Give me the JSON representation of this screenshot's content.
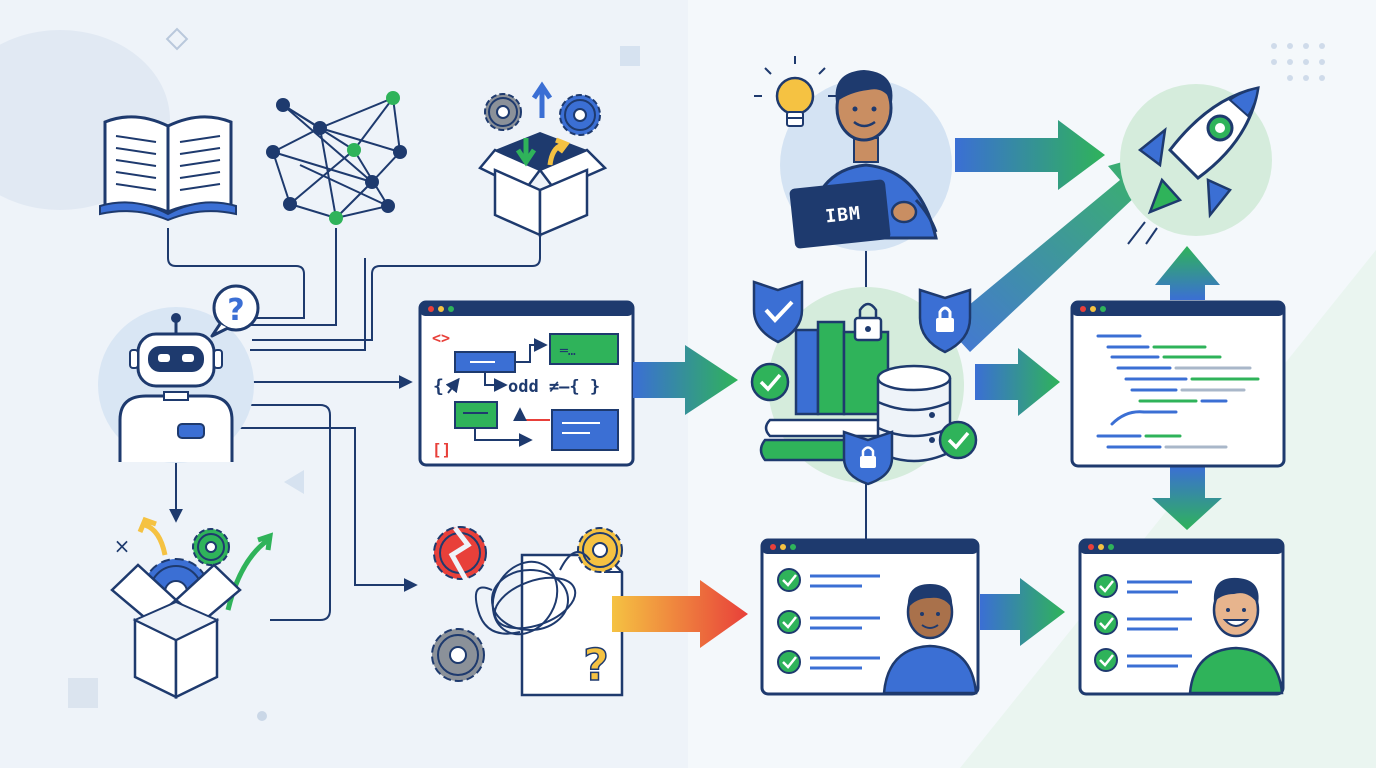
{
  "badge": {
    "company": "IBM"
  },
  "code_glyphs": {
    "open_tag": "<>",
    "ellipsis": "═…",
    "left_brace": "{",
    "odd_expr": "odd ≠–{ }",
    "brackets": "[]"
  },
  "marks": {
    "question": "?",
    "close_mark": "×"
  },
  "colors": {
    "navy": "#1e3a6e",
    "blue": "#3b6fd4",
    "green": "#2fb35a",
    "red": "#e8403a",
    "yellow": "#f5c242",
    "gray": "#8b9199",
    "panel_right": "#f4f8fb"
  },
  "icons": [
    "open-book-icon",
    "network-graph-icon",
    "gear-box-icon",
    "robot-icon",
    "code-window-icon",
    "tangled-process-icon",
    "broken-gear-icon",
    "person-with-ibm-badge",
    "lightbulb-icon",
    "secure-data-icon",
    "rocket-icon",
    "code-editor-icon",
    "checklist-person-window-icon"
  ]
}
